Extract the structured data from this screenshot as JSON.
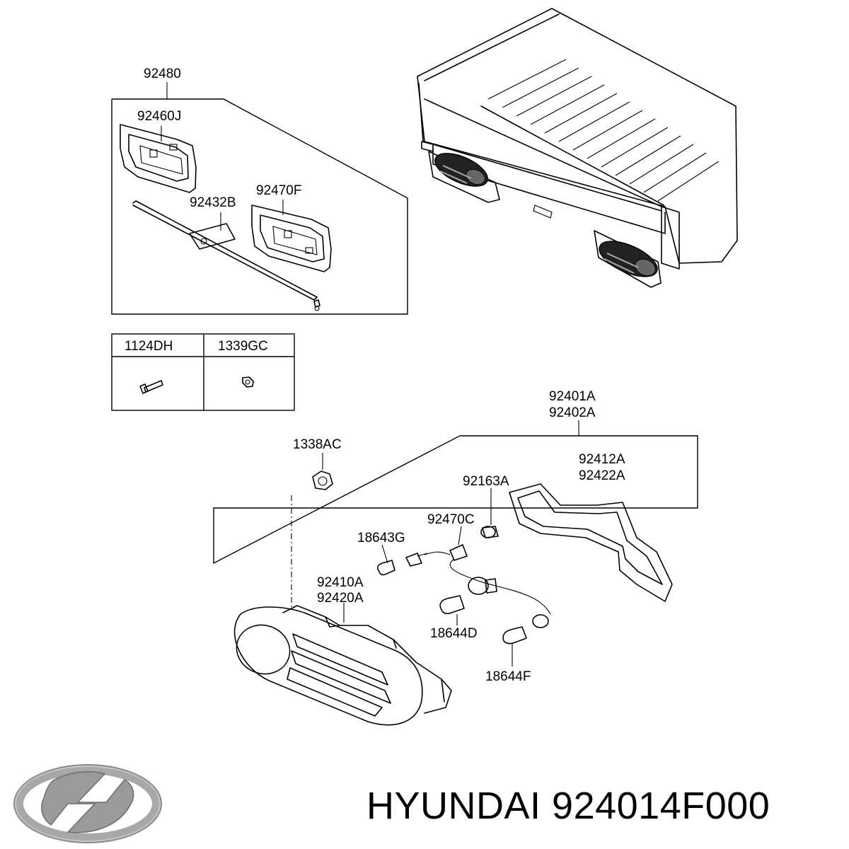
{
  "brand": "HYUNDAI",
  "part_number": "924014F000",
  "callouts": {
    "c92480": "92480",
    "c92460J": "92460J",
    "c92470F": "92470F",
    "c92432B": "92432B",
    "c1124DH": "1124DH",
    "c1339GC": "1339GC",
    "c92401A": "92401A",
    "c92402A": "92402A",
    "c1338AC": "1338AC",
    "c92412A": "92412A",
    "c92422A": "92422A",
    "c92163A": "92163A",
    "c92470C": "92470C",
    "c18643G": "18643G",
    "c92410A": "92410A",
    "c92420A": "92420A",
    "c18644D": "18644D",
    "c18644F": "18644F"
  },
  "icons": {
    "logo": "hyundai-logo"
  }
}
